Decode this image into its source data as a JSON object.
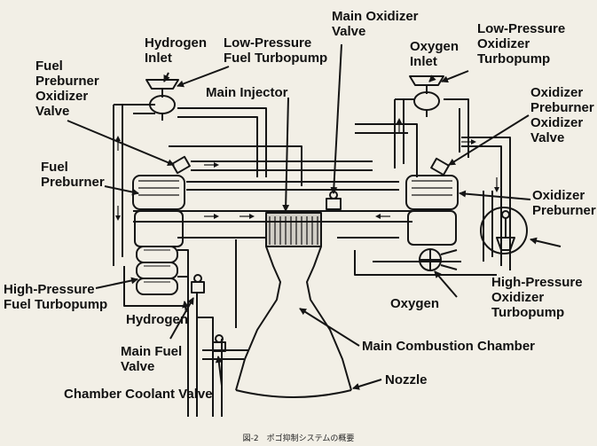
{
  "labels": {
    "hydrogen_inlet": "Hydrogen\nInlet",
    "lp_fuel_turbopump": "Low-Pressure\nFuel Turbopump",
    "main_oxidizer_valve": "Main Oxidizer\nValve",
    "oxygen_inlet": "Oxygen\nInlet",
    "lp_oxidizer_turbopump": "Low-Pressure\nOxidizer\nTurbopump",
    "fuel_preburner_oxidizer_valve": "Fuel\nPreburner\nOxidizer\nValve",
    "main_injector": "Main Injector",
    "oxidizer_preburner_oxidizer_valve": "Oxidizer\nPreburner\nOxidizer\nValve",
    "fuel_preburner": "Fuel\nPreburner",
    "oxidizer_preburner": "Oxidizer\nPreburner",
    "hp_fuel_turbopump": "High-Pressure\nFuel Turbopump",
    "hydrogen": "Hydrogen",
    "oxygen": "Oxygen",
    "hp_oxidizer_turbopump": "High-Pressure\nOxidizer\nTurbopump",
    "main_fuel_valve": "Main Fuel\nValve",
    "main_combustion_chamber": "Main Combustion Chamber",
    "nozzle": "Nozzle",
    "chamber_coolant_valve": "Chamber Coolant Valve"
  },
  "caption": "図-2　ポゴ抑制システムの概要",
  "colors": {
    "ink": "#151515",
    "paper": "#f2efe6"
  }
}
